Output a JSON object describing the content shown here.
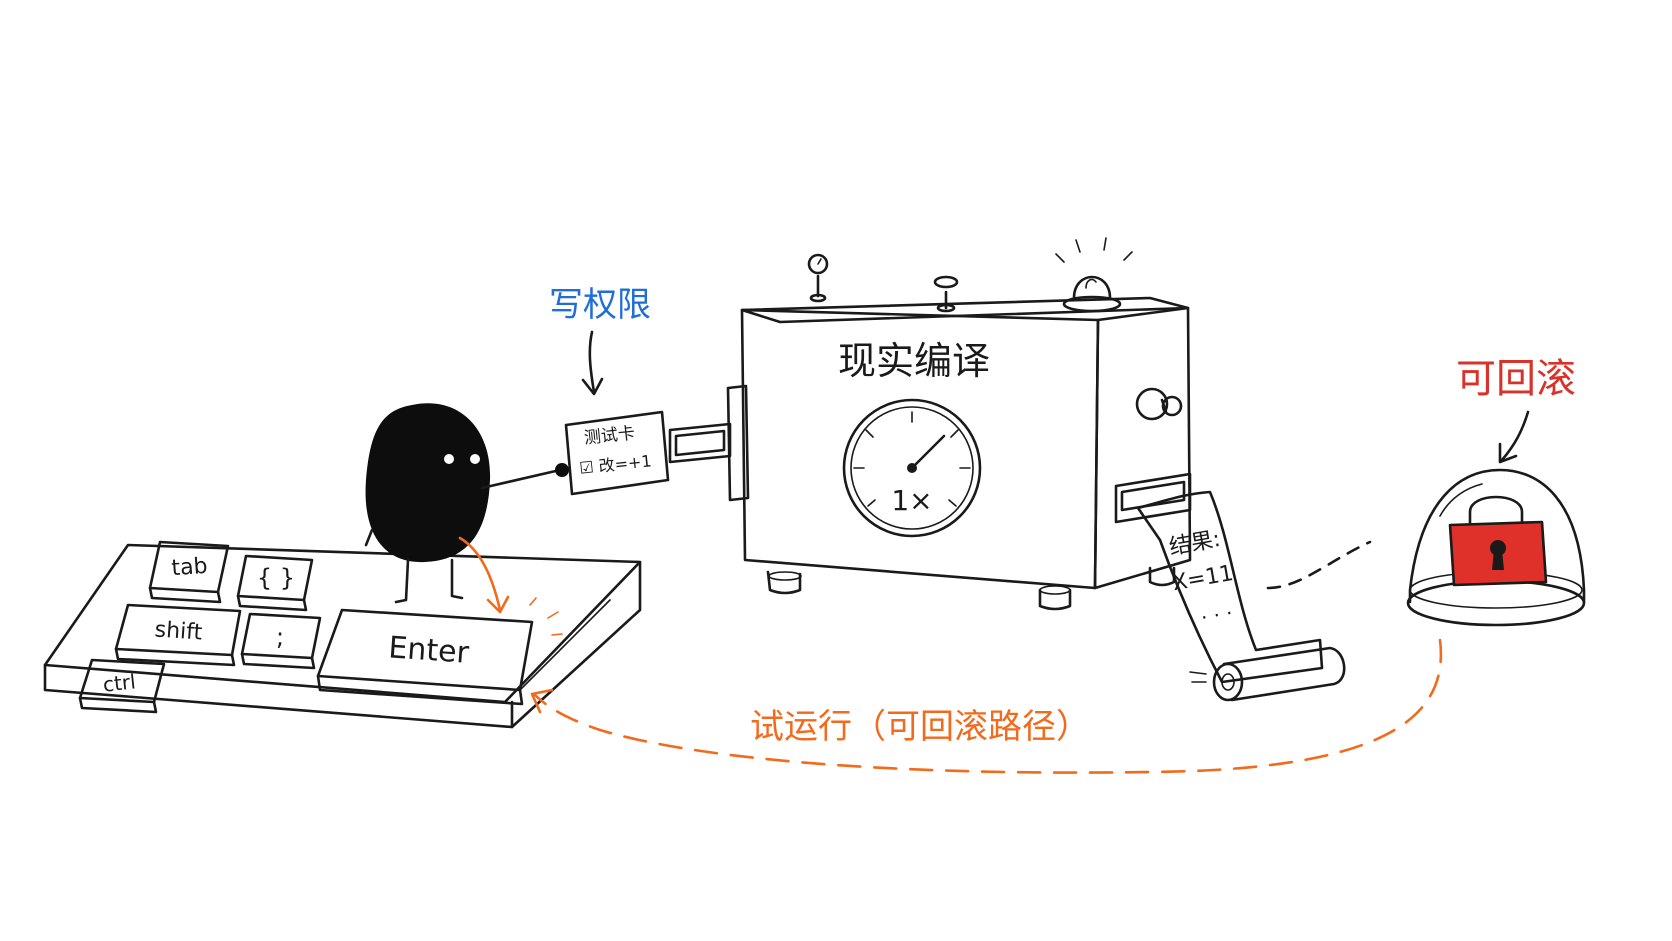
{
  "labels": {
    "write_permission": "写权限",
    "machine_title": "现实编译",
    "rollback": "可回滚",
    "trial_run": "试运行（可回滚路径）"
  },
  "test_card": {
    "title": "测试卡",
    "line": "☑ 改=+1"
  },
  "gauge": {
    "speed_label": "1×"
  },
  "receipt": {
    "heading": "结果:",
    "value": "X=11",
    "more": "· · ·"
  },
  "keyboard": {
    "keys": {
      "tab": "tab",
      "braces": "{ }",
      "shift": "shift",
      "semicolon": ";",
      "enter": "Enter",
      "ctrl": "ctrl"
    }
  },
  "colors": {
    "ink": "#1a1a1a",
    "blue_label": "#1f6fd6",
    "red_label": "#d8332a",
    "orange_path": "#f26a1b",
    "lock_red": "#e0302a"
  },
  "icons": {
    "character": "blob-character",
    "lock": "padlock-icon",
    "beacon": "warning-light-icon"
  }
}
